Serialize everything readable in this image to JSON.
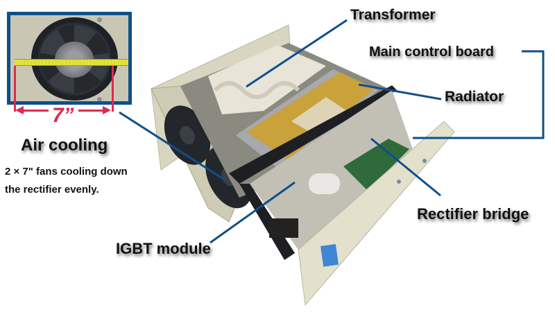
{
  "inset": {
    "measurement_label": "7”",
    "description": "fan measured with tape"
  },
  "callouts": {
    "air_cooling": {
      "title": "Air cooling",
      "description_line1": "2 × 7\" fans  cooling down",
      "description_line2": "the rectifier evenly."
    },
    "transformer": "Transformer",
    "main_control_board": "Main control board",
    "radiator": "Radiator",
    "rectifier_bridge": "Rectifier bridge",
    "igbt_module": "IGBT module"
  },
  "colors": {
    "leader_line": "#0e4f8a",
    "measure_red": "#e0294f",
    "inset_border": "#0e4f8a",
    "case_beige": "#dcd9c3",
    "heatsink_gold": "#c9a23c"
  }
}
